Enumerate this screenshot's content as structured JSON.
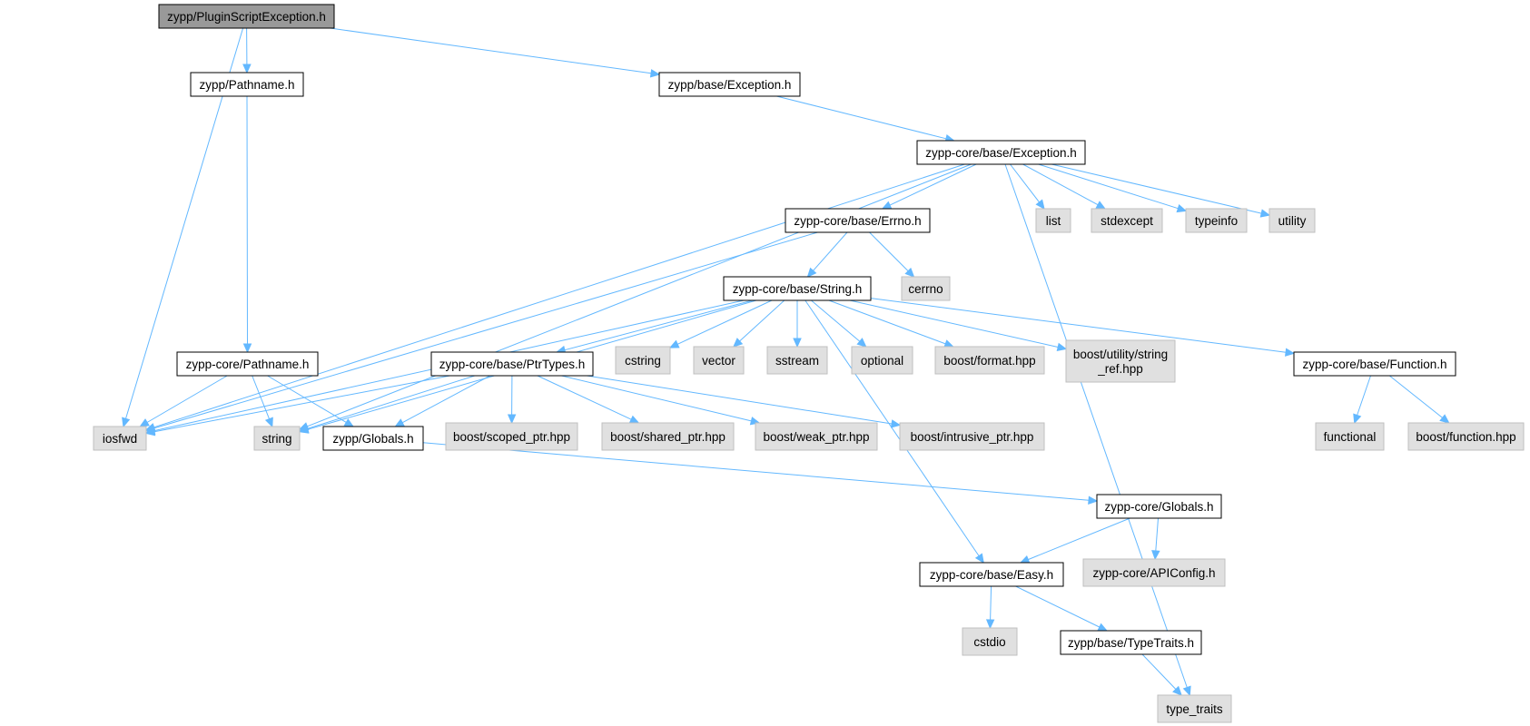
{
  "colors": {
    "edge": "#63b8ff",
    "root_fill": "#999999",
    "local_fill": "#ffffff",
    "system_fill": "#e0e0e0",
    "system_border": "#bfbfbf",
    "border": "#000000"
  },
  "nodes": [
    {
      "id": "n1",
      "label": "zypp/PluginScriptException.h",
      "kind": "root"
    },
    {
      "id": "n2",
      "label": "zypp/Pathname.h",
      "kind": "local"
    },
    {
      "id": "n3",
      "label": "zypp/base/Exception.h",
      "kind": "local"
    },
    {
      "id": "n4",
      "label": "zypp-core/base/Exception.h",
      "kind": "local"
    },
    {
      "id": "n5",
      "label": "zypp-core/base/Errno.h",
      "kind": "local"
    },
    {
      "id": "n6",
      "label": "list",
      "kind": "system"
    },
    {
      "id": "n7",
      "label": "stdexcept",
      "kind": "system"
    },
    {
      "id": "n8",
      "label": "typeinfo",
      "kind": "system"
    },
    {
      "id": "n9",
      "label": "utility",
      "kind": "system"
    },
    {
      "id": "n10",
      "label": "zypp-core/base/String.h",
      "kind": "local"
    },
    {
      "id": "n11",
      "label": "cerrno",
      "kind": "system"
    },
    {
      "id": "n12",
      "label": "zypp-core/Pathname.h",
      "kind": "local"
    },
    {
      "id": "n13",
      "label": "zypp-core/base/PtrTypes.h",
      "kind": "local"
    },
    {
      "id": "n14",
      "label": "cstring",
      "kind": "system"
    },
    {
      "id": "n15",
      "label": "vector",
      "kind": "system"
    },
    {
      "id": "n16",
      "label": "sstream",
      "kind": "system"
    },
    {
      "id": "n17",
      "label": "optional",
      "kind": "system"
    },
    {
      "id": "n18",
      "label": "boost/format.hpp",
      "kind": "system"
    },
    {
      "id": "n19",
      "label": "boost/utility/string\n_ref.hpp",
      "kind": "system"
    },
    {
      "id": "n20",
      "label": "zypp-core/base/Function.h",
      "kind": "local"
    },
    {
      "id": "n21",
      "label": "iosfwd",
      "kind": "system"
    },
    {
      "id": "n22",
      "label": "string",
      "kind": "system"
    },
    {
      "id": "n23",
      "label": "zypp/Globals.h",
      "kind": "local"
    },
    {
      "id": "n24",
      "label": "boost/scoped_ptr.hpp",
      "kind": "system"
    },
    {
      "id": "n25",
      "label": "boost/shared_ptr.hpp",
      "kind": "system"
    },
    {
      "id": "n26",
      "label": "boost/weak_ptr.hpp",
      "kind": "system"
    },
    {
      "id": "n27",
      "label": "boost/intrusive_ptr.hpp",
      "kind": "system"
    },
    {
      "id": "n28",
      "label": "functional",
      "kind": "system"
    },
    {
      "id": "n29",
      "label": "boost/function.hpp",
      "kind": "system"
    },
    {
      "id": "n30",
      "label": "zypp-core/Globals.h",
      "kind": "local"
    },
    {
      "id": "n31",
      "label": "zypp-core/base/Easy.h",
      "kind": "local"
    },
    {
      "id": "n32",
      "label": "zypp-core/APIConfig.h",
      "kind": "system"
    },
    {
      "id": "n33",
      "label": "cstdio",
      "kind": "system"
    },
    {
      "id": "n34",
      "label": "zypp/base/TypeTraits.h",
      "kind": "local"
    },
    {
      "id": "n35",
      "label": "type_traits",
      "kind": "system"
    }
  ],
  "edges": [
    [
      "n1",
      "n2"
    ],
    [
      "n1",
      "n3"
    ],
    [
      "n1",
      "n21"
    ],
    [
      "n2",
      "n12"
    ],
    [
      "n3",
      "n4"
    ],
    [
      "n4",
      "n21"
    ],
    [
      "n4",
      "n22"
    ],
    [
      "n4",
      "n5"
    ],
    [
      "n4",
      "n6"
    ],
    [
      "n4",
      "n7"
    ],
    [
      "n4",
      "n8"
    ],
    [
      "n4",
      "n9"
    ],
    [
      "n4",
      "n35"
    ],
    [
      "n5",
      "n21"
    ],
    [
      "n5",
      "n10"
    ],
    [
      "n5",
      "n11"
    ],
    [
      "n10",
      "n21"
    ],
    [
      "n10",
      "n22"
    ],
    [
      "n10",
      "n13"
    ],
    [
      "n10",
      "n14"
    ],
    [
      "n10",
      "n15"
    ],
    [
      "n10",
      "n16"
    ],
    [
      "n10",
      "n17"
    ],
    [
      "n10",
      "n18"
    ],
    [
      "n10",
      "n19"
    ],
    [
      "n10",
      "n20"
    ],
    [
      "n10",
      "n31"
    ],
    [
      "n12",
      "n21"
    ],
    [
      "n12",
      "n22"
    ],
    [
      "n12",
      "n23"
    ],
    [
      "n13",
      "n21"
    ],
    [
      "n13",
      "n22"
    ],
    [
      "n13",
      "n23"
    ],
    [
      "n13",
      "n24"
    ],
    [
      "n13",
      "n25"
    ],
    [
      "n13",
      "n26"
    ],
    [
      "n13",
      "n27"
    ],
    [
      "n20",
      "n28"
    ],
    [
      "n20",
      "n29"
    ],
    [
      "n23",
      "n30"
    ],
    [
      "n30",
      "n31"
    ],
    [
      "n30",
      "n32"
    ],
    [
      "n31",
      "n33"
    ],
    [
      "n31",
      "n34"
    ],
    [
      "n34",
      "n35"
    ]
  ]
}
